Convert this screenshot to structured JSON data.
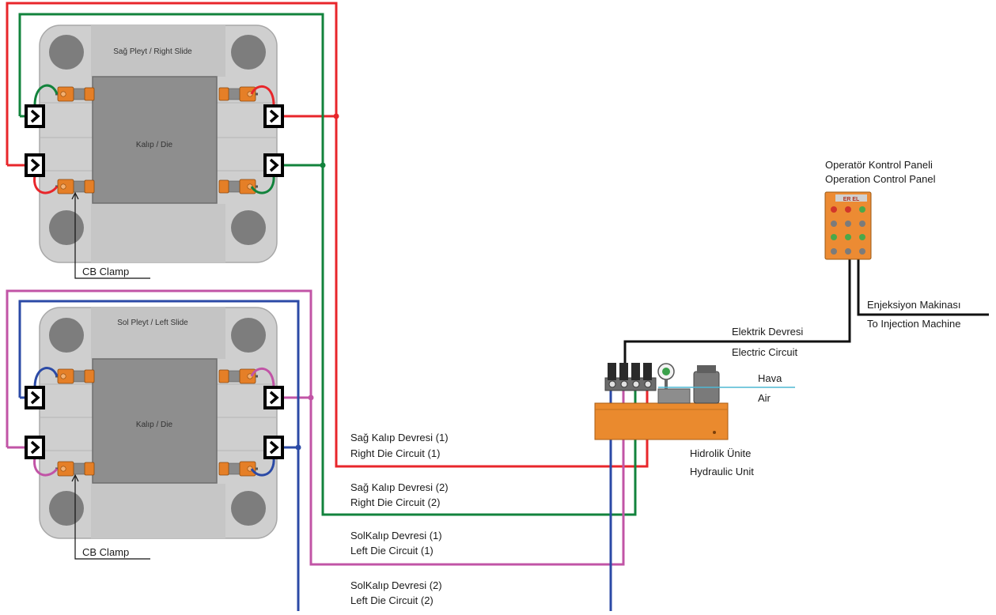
{
  "colors": {
    "red": "#e8262b",
    "green": "#12833c",
    "magenta": "#c154a6",
    "blue": "#2b4aa6",
    "black": "#111111",
    "air": "#4fb8d4",
    "plate": "#cfcfcf",
    "die": "#8e8e8e",
    "clamp": "#e57f27",
    "unit": "#ea8a2e",
    "panel": "#ec8b33"
  },
  "top_plate": {
    "title": "Sağ Pleyt / Right Slide",
    "die_label": "Kalıp / Die",
    "clamp_callout": "CB Clamp"
  },
  "bottom_plate": {
    "title": "Sol Pleyt / Left Slide",
    "die_label": "Kalıp / Die",
    "clamp_callout": "CB Clamp"
  },
  "control_panel": {
    "title_line1": "Operatör Kontrol Paneli",
    "title_line2": "Operation Control Panel",
    "brand": "ER EL"
  },
  "hydraulic_unit": {
    "label_line1": "Hidrolik Ünite",
    "label_line2": "Hydraulic Unit"
  },
  "connections": {
    "electric_line1": "Elektrik Devresi",
    "electric_line2": "Electric Circuit",
    "injection_line1": "Enjeksiyon Makinası",
    "injection_line2": "To Injection Machine",
    "air_line1": "Hava",
    "air_line2": "Air"
  },
  "circuits": [
    {
      "line1": "Sağ Kalıp Devresi (1)",
      "line2": "Right Die Circuit (1)",
      "color": "#e8262b"
    },
    {
      "line1": "Sağ Kalıp Devresi (2)",
      "line2": "Right Die Circuit (2)",
      "color": "#12833c"
    },
    {
      "line1": "SolKalıp Devresi (1)",
      "line2": "Left Die Circuit (1)",
      "color": "#c154a6"
    },
    {
      "line1": "SolKalıp Devresi (2)",
      "line2": "Left Die Circuit (2)",
      "color": "#2b4aa6"
    }
  ]
}
